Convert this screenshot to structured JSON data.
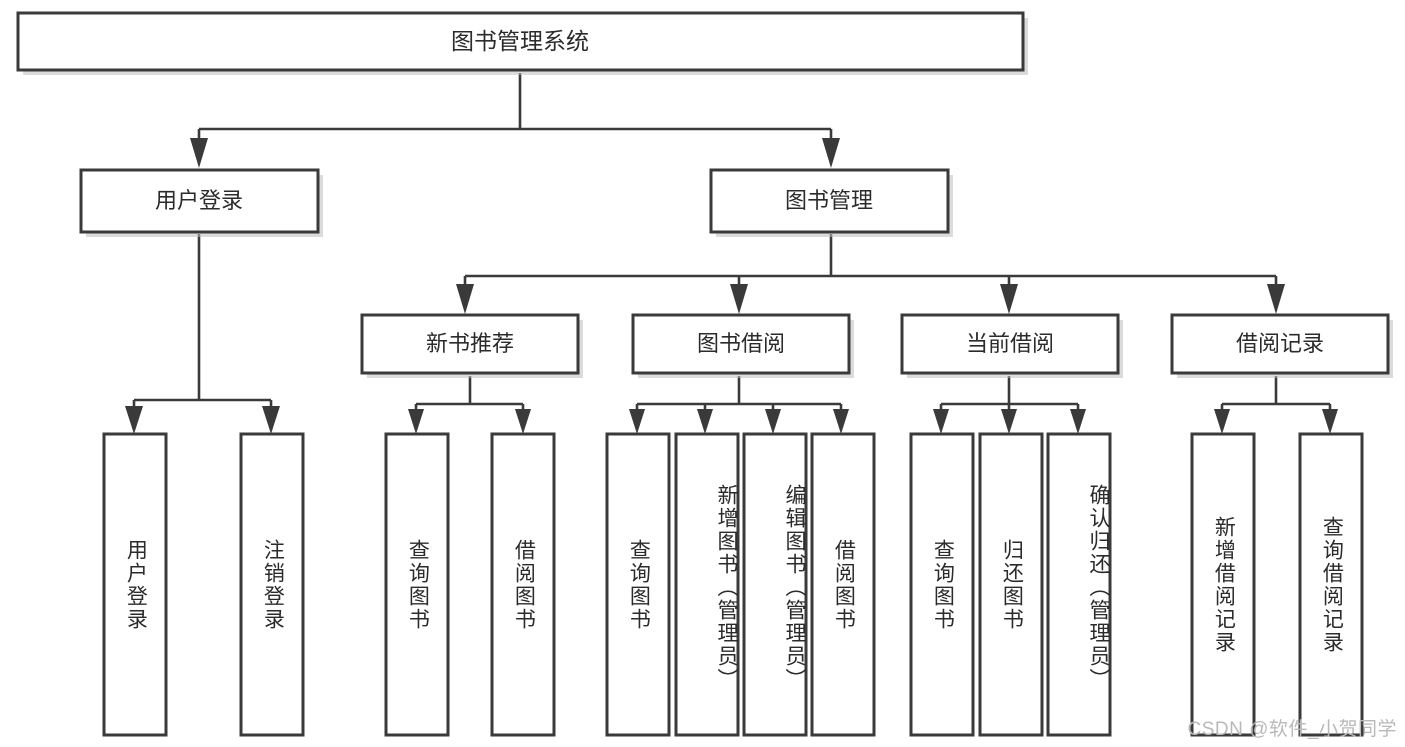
{
  "diagram": {
    "type": "tree",
    "title": "图书管理系统",
    "root": {
      "id": "root",
      "label": "图书管理系统",
      "orientation": "horizontal"
    },
    "level2": [
      {
        "id": "user-login",
        "label": "用户登录",
        "orientation": "horizontal"
      },
      {
        "id": "book-management",
        "label": "图书管理",
        "orientation": "horizontal"
      }
    ],
    "level3": [
      {
        "id": "new-book-recommend",
        "label": "新书推荐",
        "orientation": "horizontal"
      },
      {
        "id": "book-borrow",
        "label": "图书借阅",
        "orientation": "horizontal"
      },
      {
        "id": "current-borrow",
        "label": "当前借阅",
        "orientation": "horizontal"
      },
      {
        "id": "borrow-record",
        "label": "借阅记录",
        "orientation": "horizontal"
      }
    ],
    "leaves": [
      {
        "id": "leaf-user-login",
        "label": "用户登录",
        "parent": "user-login",
        "orientation": "vertical"
      },
      {
        "id": "leaf-user-logout",
        "label": "注销登录",
        "parent": "user-login",
        "orientation": "vertical"
      },
      {
        "id": "leaf-query-book-1",
        "label": "查询图书",
        "parent": "new-book-recommend",
        "orientation": "vertical"
      },
      {
        "id": "leaf-borrow-book-1",
        "label": "借阅图书",
        "parent": "new-book-recommend",
        "orientation": "vertical"
      },
      {
        "id": "leaf-query-book-2",
        "label": "查询图书",
        "parent": "book-borrow",
        "orientation": "vertical"
      },
      {
        "id": "leaf-add-book",
        "label": "新增图书（管理员）",
        "parent": "book-borrow",
        "orientation": "vertical"
      },
      {
        "id": "leaf-edit-book",
        "label": "编辑图书（管理员）",
        "parent": "book-borrow",
        "orientation": "vertical"
      },
      {
        "id": "leaf-borrow-book-2",
        "label": "借阅图书",
        "parent": "book-borrow",
        "orientation": "vertical"
      },
      {
        "id": "leaf-query-book-3",
        "label": "查询图书",
        "parent": "current-borrow",
        "orientation": "vertical"
      },
      {
        "id": "leaf-return-book",
        "label": "归还图书",
        "parent": "current-borrow",
        "orientation": "vertical"
      },
      {
        "id": "leaf-confirm-return",
        "label": "确认归还（管理员）",
        "parent": "current-borrow",
        "orientation": "vertical"
      },
      {
        "id": "leaf-add-record",
        "label": "新增借阅记录",
        "parent": "borrow-record",
        "orientation": "vertical"
      },
      {
        "id": "leaf-query-record",
        "label": "查询借阅记录",
        "parent": "borrow-record",
        "orientation": "vertical"
      }
    ],
    "colors": {
      "box_stroke": "#3a3a3a",
      "box_fill": "#ffffff",
      "connector": "#3a3a3a",
      "text": "#2b2b2b",
      "watermark": "#b9b9b9",
      "background": "#ffffff"
    }
  },
  "watermark": {
    "text": "CSDN @软件_小贺同学"
  }
}
